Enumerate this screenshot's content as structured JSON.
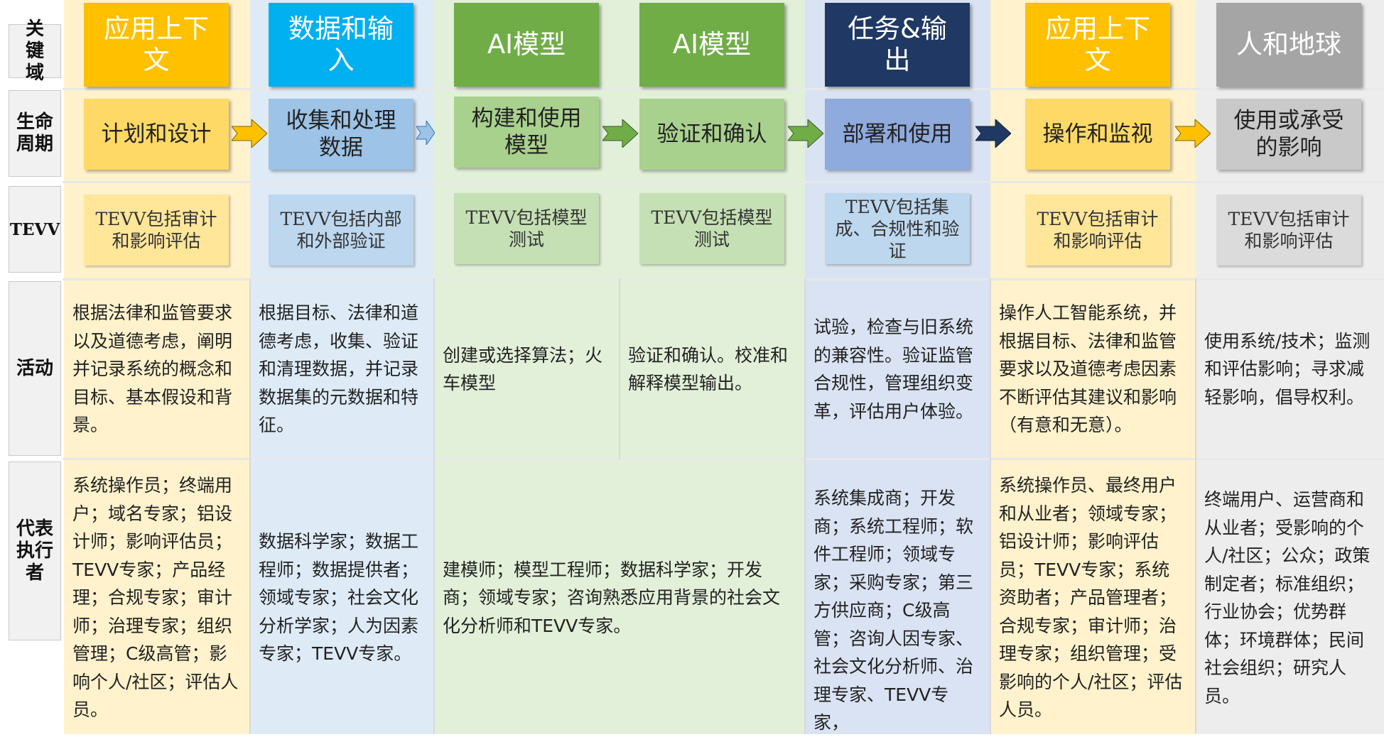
{
  "row_labels": {
    "domain": "关键域",
    "lifecycle": "生命周期",
    "tevv": "TEVV",
    "activities": "活动",
    "actors": "代表执行者"
  },
  "columns": [
    {
      "header": "应用上下文",
      "header_color": "#FFC000",
      "lifecycle": "计划和设计",
      "lifecycle_color": "#FFD966",
      "tevv": "TEVV包括审计和影响评估",
      "tevv_color": "#FFE699",
      "activities": "根据法律和监管要求以及道德考虑，阐明并记录系统的概念和目标、基本假设和背景。",
      "actors": "系统操作员；终端用户；域名专家；铝设计师；影响评估员；TEVV专家；产品经理；合规专家；审计师；治理专家；组织管理；C级高管；影响个人/社区；评估人员。"
    },
    {
      "header": "数据和输入",
      "header_color": "#00B0F0",
      "lifecycle": "收集和处理数据",
      "lifecycle_color": "#9DC3E6",
      "tevv": "TEVV包括内部和外部验证",
      "tevv_color": "#BDD7EE",
      "activities": "根据目标、法律和道德考虑，收集、验证和清理数据，并记录数据集的元数据和特征。",
      "actors": "数据科学家；数据工程师；数据提供者；领域专家；社会文化分析学家；人为因素专家；TEVV专家。"
    },
    {
      "header": "AI模型",
      "header_color": "#70AD47",
      "lifecycle": "构建和使用模型",
      "lifecycle_color": "#A9D18E",
      "tevv": "TEVV包括模型测试",
      "tevv_color": "#C5E0B4",
      "activities": "创建或选择算法；火车模型",
      "actors": "建模师；模型工程师；数据科学家；开发商；领域专家；咨询熟悉应用背景的社会文化分析师和TEVV专家。"
    },
    {
      "header": "AI模型",
      "header_color": "#70AD47",
      "lifecycle": "验证和确认",
      "lifecycle_color": "#A9D18E",
      "tevv": "TEVV包括模型测试",
      "tevv_color": "#C5E0B4",
      "activities": "验证和确认。校准和解释模型输出。"
    },
    {
      "header": "任务&输出",
      "header_color": "#1F3864",
      "lifecycle": "部署和使用",
      "lifecycle_color": "#8FAADC",
      "tevv": "TEVV包括集成、合规性和验证",
      "tevv_color": "#BDD7EE",
      "activities": "试验，检查与旧系统的兼容性。验证监管合规性，管理组织变革，评估用户体验。",
      "actors": "系统集成商；开发商；系统工程师；软件工程师；领域专家；采购专家；第三方供应商；C级高管；咨询人因专家、社会文化分析师、治理专家、TEVV专家，"
    },
    {
      "header": "应用上下文",
      "header_color": "#FFC000",
      "lifecycle": "操作和监视",
      "lifecycle_color": "#FFD966",
      "tevv": "TEVV包括审计和影响评估",
      "tevv_color": "#FFE699",
      "activities": "操作人工智能系统，并根据目标、法律和监管要求以及道德考虑因素不断评估其建议和影响（有意和无意）。",
      "actors": "系统操作员、最终用户和从业者；领域专家；铝设计师；影响评估员；TEVV专家；系统资助者；产品管理者；合规专家；审计师；治理专家；组织管理；受影响的个人/社区；评估人员。"
    },
    {
      "header": "人和地球",
      "header_color": "#A5A5A5",
      "lifecycle": "使用或承受的影响",
      "lifecycle_color": "#C9C9C9",
      "tevv": "TEVV包括审计和影响评估",
      "tevv_color": "#DBDBDB",
      "activities": "使用系统/技术；监测和评估影响；寻求减轻影响，倡导权利。",
      "actors": "终端用户、运营商和从业者；受影响的个人/社区；公众；政策制定者；标准组织；行业协会；优势群体；环境群体；民间社会组织；研究人员。"
    }
  ],
  "arrow_colors": [
    "#FFC000",
    "#9DC3E6",
    "#70AD47",
    "#70AD47",
    "#1F3864",
    "#FFC000"
  ]
}
